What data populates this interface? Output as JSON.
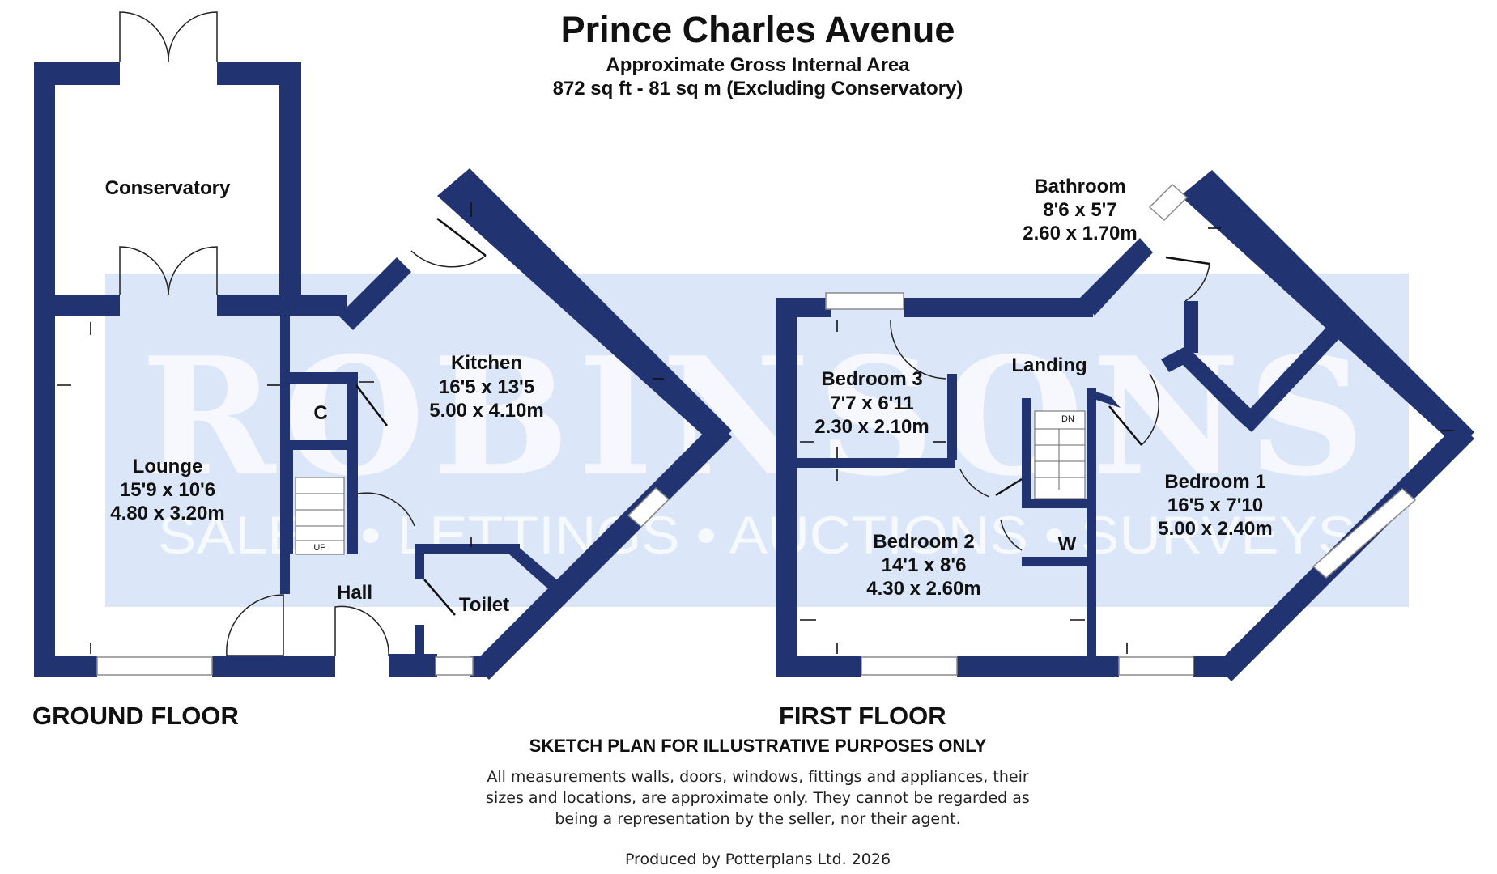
{
  "header": {
    "title": "Prince Charles Avenue",
    "subtitle_line1": "Approximate Gross Internal Area",
    "subtitle_line2": "872 sq ft - 81 sq m (Excluding Conservatory)"
  },
  "watermark": {
    "brand": "ROBINSONS",
    "services": "SALES • LETTINGS • AUCTIONS • SURVEYS",
    "panel_color": "#dbe6f8"
  },
  "colors": {
    "wall": "#223371",
    "background": "#ffffff"
  },
  "ground_floor": {
    "label": "GROUND FLOOR",
    "rooms": {
      "conservatory": {
        "name": "Conservatory"
      },
      "lounge": {
        "name": "Lounge",
        "imperial": "15'9 x 10'6",
        "metric": "4.80 x 3.20m"
      },
      "kitchen": {
        "name": "Kitchen",
        "imperial": "16'5 x 13'5",
        "metric": "5.00 x 4.10m"
      },
      "cupboard": {
        "name": "C"
      },
      "hall": {
        "name": "Hall"
      },
      "toilet": {
        "name": "Toilet"
      },
      "stairs": {
        "name": "UP"
      }
    }
  },
  "first_floor": {
    "label": "FIRST FLOOR",
    "rooms": {
      "bathroom": {
        "name": "Bathroom",
        "imperial": "8'6 x 5'7",
        "metric": "2.60 x 1.70m"
      },
      "bedroom3": {
        "name": "Bedroom 3",
        "imperial": "7'7 x 6'11",
        "metric": "2.30 x 2.10m"
      },
      "landing": {
        "name": "Landing"
      },
      "bedroom1": {
        "name": "Bedroom 1",
        "imperial": "16'5 x 7'10",
        "metric": "5.00 x 2.40m"
      },
      "bedroom2": {
        "name": "Bedroom 2",
        "imperial": "14'1 x 8'6",
        "metric": "4.30 x 2.60m"
      },
      "wardrobe": {
        "name": "W"
      },
      "stairs": {
        "name": "DN"
      }
    }
  },
  "footer": {
    "disclaimer_title": "SKETCH PLAN FOR ILLUSTRATIVE PURPOSES ONLY",
    "disclaimer_line1": "All measurements walls, doors, windows, fittings and appliances, their",
    "disclaimer_line2": "sizes and locations, are approximate only. They cannot be regarded as",
    "disclaimer_line3": "being a representation by the seller, nor their agent.",
    "producer": "Produced by Potterplans Ltd. 2026"
  }
}
